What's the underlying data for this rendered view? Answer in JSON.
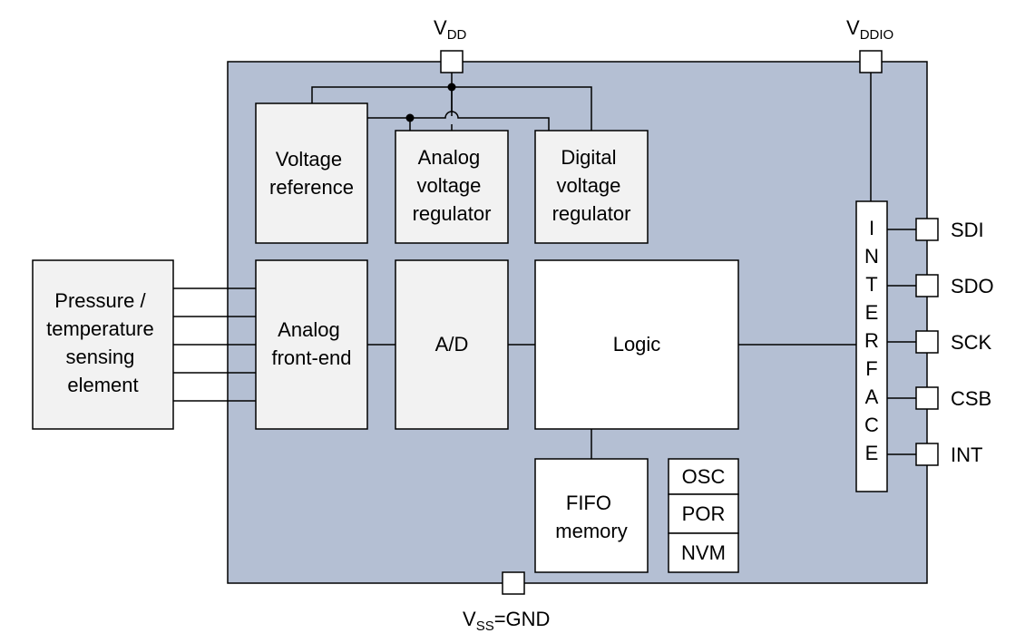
{
  "supplies": {
    "vdd": {
      "main": "V",
      "sub": "DD"
    },
    "vddio": {
      "main": "V",
      "sub": "DDIO"
    },
    "vss": {
      "main": "V",
      "sub": "SS",
      "suffix": "=GND"
    }
  },
  "blocks": {
    "voltage_reference": [
      "Voltage",
      "reference"
    ],
    "analog_regulator": [
      "Analog",
      "voltage",
      "regulator"
    ],
    "digital_regulator": [
      "Digital",
      "voltage",
      "regulator"
    ],
    "sensing_element": [
      "Pressure /",
      "temperature",
      "sensing",
      "element"
    ],
    "analog_front_end": [
      "Analog",
      "front-end"
    ],
    "adc": "A/D",
    "logic": "Logic",
    "fifo": [
      "FIFO",
      "memory"
    ],
    "osc": "OSC",
    "por": "POR",
    "nvm": "NVM"
  },
  "interface_letters": [
    "I",
    "N",
    "T",
    "E",
    "R",
    "F",
    "A",
    "C",
    "E"
  ],
  "pins": [
    "SDI",
    "SDO",
    "SCK",
    "CSB",
    "INT"
  ],
  "colors": {
    "chip_fill": "#b4bfd3",
    "block_fill": "#f2f2f2",
    "white_block": "#ffffff",
    "line": "#000000"
  }
}
